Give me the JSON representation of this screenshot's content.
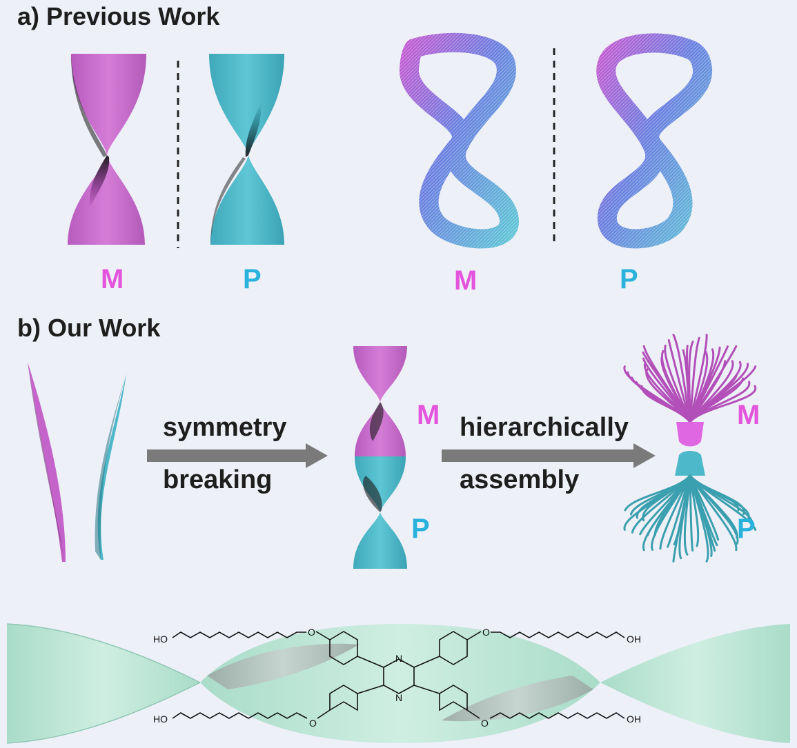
{
  "section_a": {
    "heading": "a) Previous Work",
    "labels": [
      "M",
      "P",
      "M",
      "P"
    ]
  },
  "section_b": {
    "heading": "b) Our Work",
    "arrow1_line1": "symmetry",
    "arrow1_line2": "breaking",
    "arrow2_line1": "hierarchically",
    "arrow2_line2": "assembly",
    "twist_labels": [
      "M",
      "P"
    ],
    "assembly_labels": [
      "M",
      "P"
    ]
  },
  "molecule": {
    "ho_top": "HO",
    "oh_top": "OH",
    "ho_bottom": "HO",
    "oh_bottom": "OH",
    "o": "O",
    "n": "N"
  },
  "colors": {
    "magenta": "#c463c9",
    "cyan": "#4db8c9",
    "label_m": "#e455dd",
    "label_p": "#29b3dc",
    "background": "#eef0f8",
    "ribbon": "#bfe9dc",
    "arrow": "#7a7a7a"
  }
}
